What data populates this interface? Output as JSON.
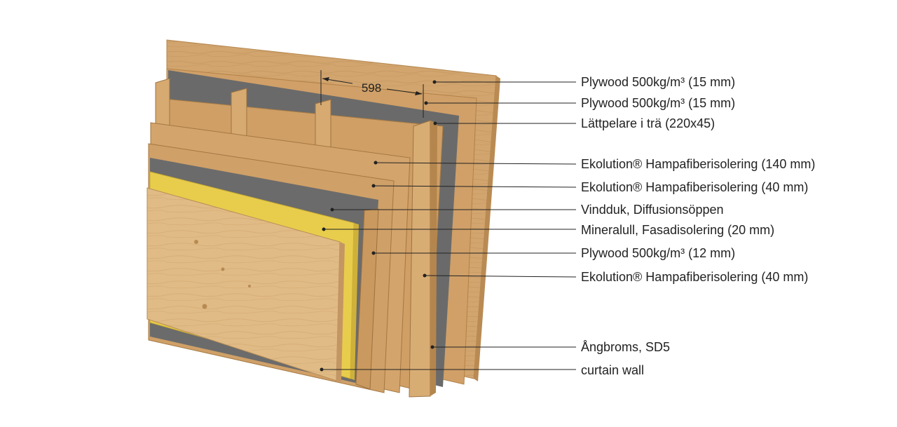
{
  "dimension": {
    "value": "598"
  },
  "layers": [
    {
      "label": "Plywood 500kg/m³ (15 mm)"
    },
    {
      "label": "Plywood 500kg/m³ (15 mm)"
    },
    {
      "label": "Lättpelare i trä (220x45)"
    },
    {
      "label": "Ekolution® Hampafiberisolering (140 mm)"
    },
    {
      "label": "Ekolution® Hampafiberisolering (40 mm)"
    },
    {
      "label": "Vindduk, Diffusionsöppen"
    },
    {
      "label": "Mineralull, Fasadisolering (20 mm)"
    },
    {
      "label": "Plywood 500kg/m³ (12 mm)"
    },
    {
      "label": "Ekolution® Hampafiberisolering (40 mm)"
    },
    {
      "label": "Ångbroms, SD5"
    },
    {
      "label": "curtain wall"
    }
  ],
  "colors": {
    "wood": "#d4a872",
    "wood_dark": "#b78a52",
    "membrane": "#6e6e6e",
    "mineral_wool": "#e8cd4c",
    "line": "#222222"
  }
}
